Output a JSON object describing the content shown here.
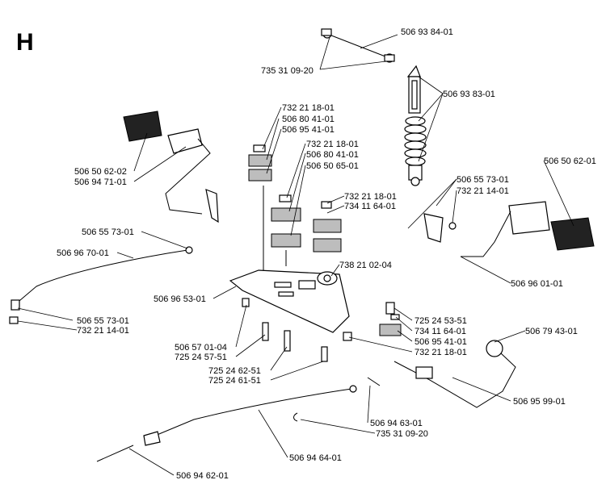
{
  "section_letter": "H",
  "part_numbers": [
    "506 93 84-01",
    "735 31 09-20",
    "506 93 83-01",
    "732 21 18-01",
    "506 80 41-01",
    "506 95 41-01",
    "732 21 18-01",
    "506 80 41-01",
    "506 50 65-01",
    "732 21 18-01",
    "734 11 64-01",
    "506 55 73-01",
    "732 21 14-01",
    "506 50 62-01",
    "506 50 62-02",
    "506 94 71-01",
    "506 55 73-01",
    "506 96 70-01",
    "738 21 02-04",
    "506 96 53-01",
    "506 96 01-01",
    "506 55 73-01",
    "732 21 14-01",
    "725 24 53-51",
    "734 11 64-01",
    "506 95 41-01",
    "732 21 18-01",
    "506 79 43-01",
    "506 57 01-04",
    "725 24 57-51",
    "725 24 62-51",
    "725 24 61-51",
    "506 95 99-01",
    "506 94 63-01",
    "735 31 09-20",
    "506 94 64-01",
    "506 94 62-01"
  ]
}
